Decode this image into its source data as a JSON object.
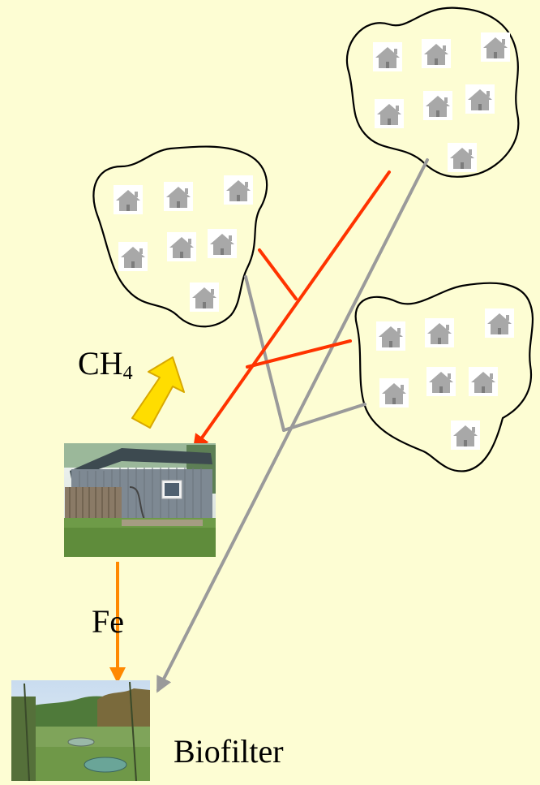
{
  "labels": {
    "methane_main": "CH",
    "methane_sub": "4",
    "iron": "Fe",
    "biofilter": "Biofilter"
  },
  "colors": {
    "background": "#fdfdd3",
    "sewer_line": "#9a9a9a",
    "gas_line": "#ff3300",
    "iron_dosing": "#ff8800",
    "methane_arrow": "#ffdd00",
    "house": "#a8a8a8"
  },
  "icons": [
    "house-icon",
    "sewer-pipe",
    "gas-pipe",
    "methane-arrow",
    "pump-station-photo",
    "biofilter-photo"
  ]
}
